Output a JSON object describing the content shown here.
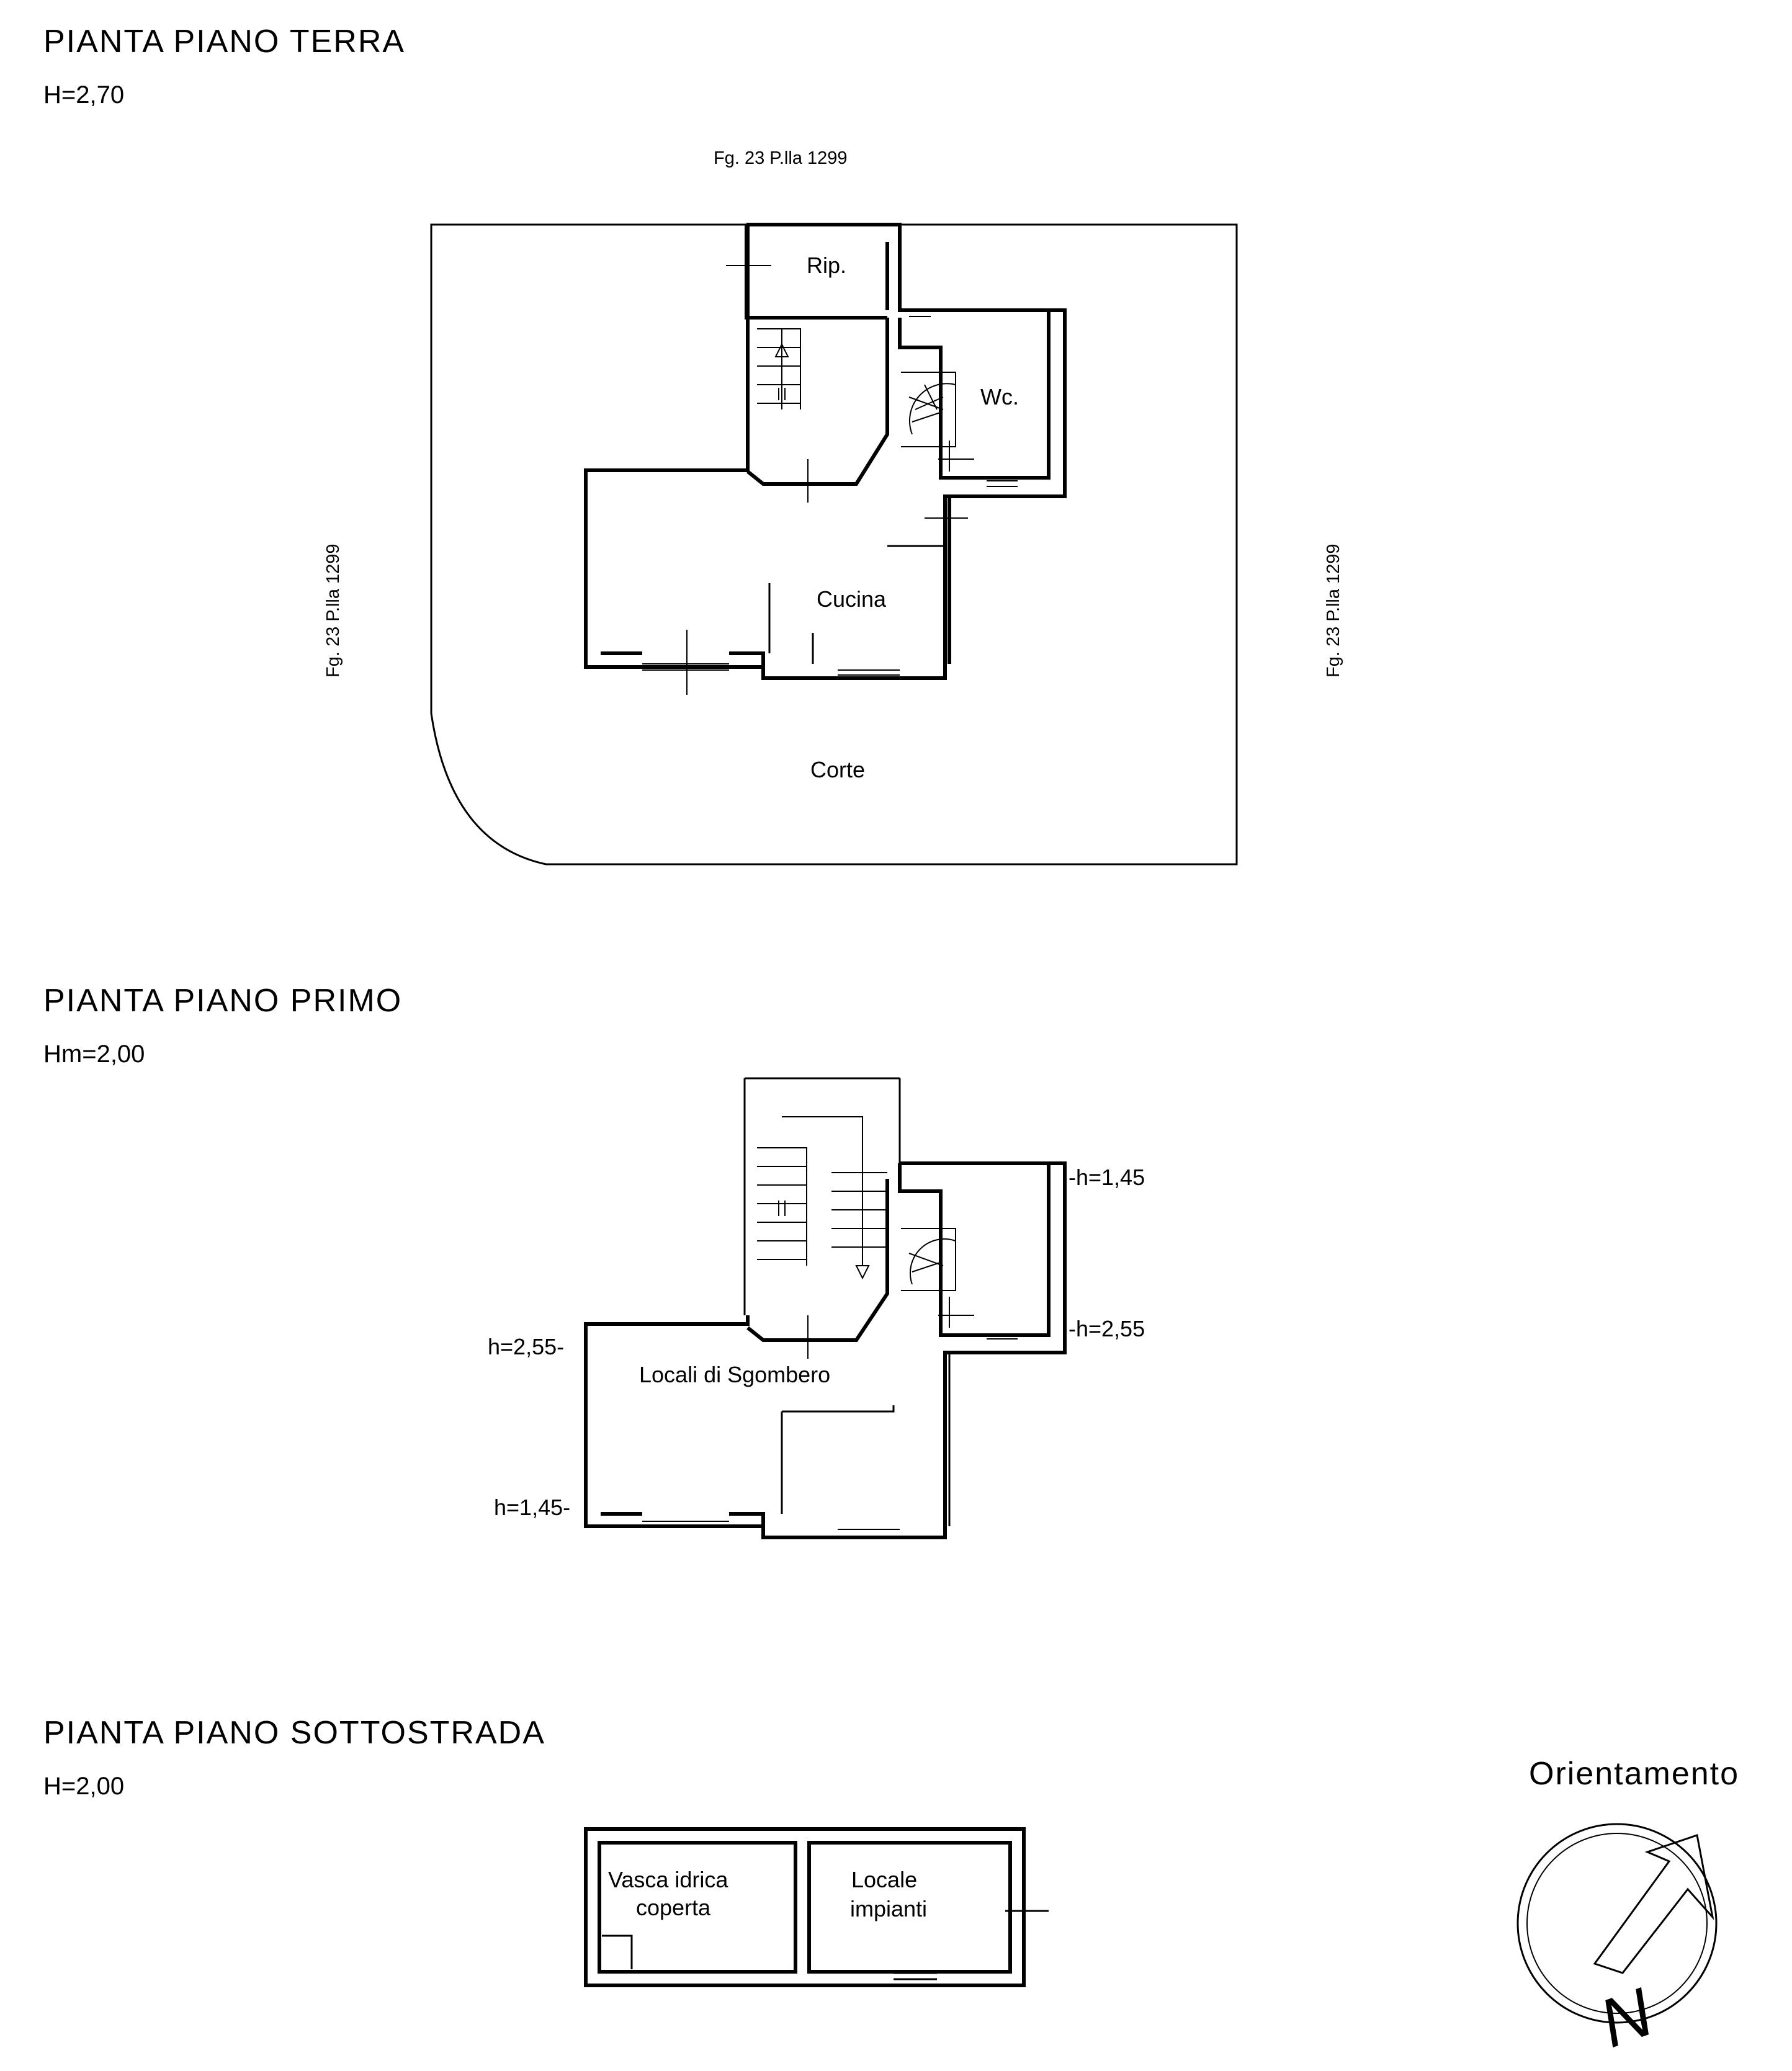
{
  "ground_floor": {
    "title": "PIANTA  PIANO  TERRA",
    "height": "H=2,70",
    "parcel_label_top": "Fg. 23 P.lla 1299",
    "parcel_label_left": "Fg. 23 P.lla 1299",
    "parcel_label_right": "Fg. 23 P.lla 1299",
    "rooms": {
      "rip": "Rip.",
      "wc": "Wc.",
      "cucina": "Cucina",
      "corte": "Corte"
    }
  },
  "first_floor": {
    "title": "PIANTA  PIANO  PRIMO",
    "height": "Hm=2,00",
    "room": "Locali di Sgombero",
    "heights": {
      "right_top": "-h=1,45",
      "right_bottom": "-h=2,55",
      "left_top": "h=2,55-",
      "left_bottom": "h=1,45-"
    }
  },
  "basement": {
    "title": "PIANTA  PIANO  SOTTOSTRADA",
    "height": "H=2,00",
    "room_left_line1": "Vasca idrica",
    "room_left_line2": "coperta",
    "room_right_line1": "Locale",
    "room_right_line2": "impianti"
  },
  "orientation": {
    "label": "Orientamento",
    "north_letter": "N"
  }
}
